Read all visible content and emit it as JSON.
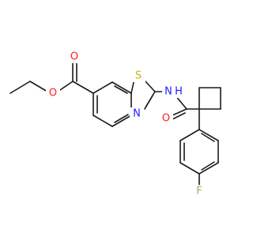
{
  "colors": {
    "background": "#ffffff",
    "bond": "#1a1a1a",
    "oxygen": "#ff2020",
    "nitrogen": "#2020ff",
    "sulfur": "#c7b400",
    "fluorine": "#a9a957"
  },
  "molecule": {
    "labels": {
      "o_carbonyl_ester": "O",
      "o_ether_ester": "O",
      "sulfur": "S",
      "nitrogen_ring": "N",
      "amide_n": "N",
      "amide_h": "H",
      "o_amide": "O",
      "fluorine": "F"
    }
  }
}
